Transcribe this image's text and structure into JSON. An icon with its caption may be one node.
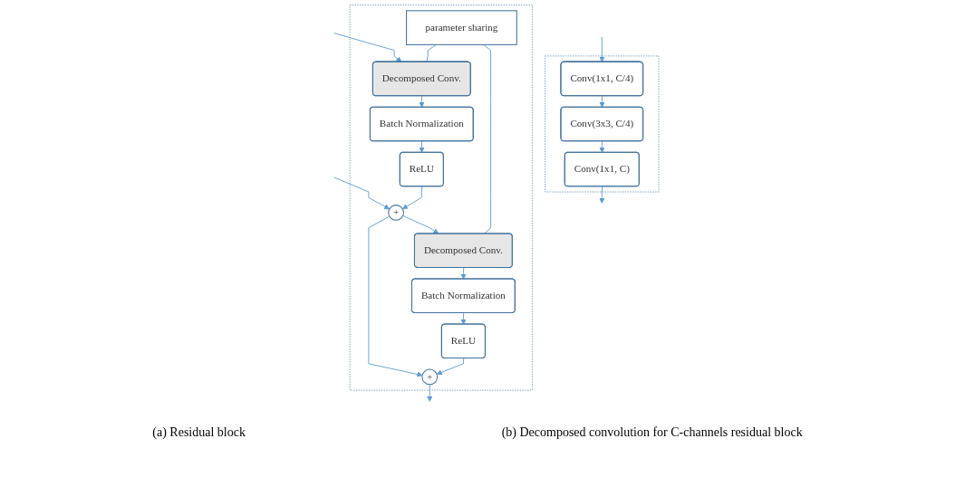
{
  "diagram": {
    "nodes": [
      {
        "text": [],
        "shape": "box"
      },
      {
        "text": [
          "Decomposed Conv."
        ],
        "in": 0
      },
      {
        "text": [
          "Batch Normalization"
        ],
        "in": 0
      },
      {
        "text": [
          "ReLU"
        ],
        "in": 0
      },
      {
        "text": [
          "+"
        ],
        "in": 0
      },
      {
        "text": [
          "Decomposed Conv."
        ],
        "in": 0
      },
      {
        "text": [
          "Batch Normalization"
        ],
        "in": 0
      },
      {
        "text": [
          "ReLU"
        ],
        "in": 0
      },
      {
        "text": [
          "+"
        ],
        "in": 0
      },
      {
        "text": [
          "parameter sharing"
        ],
        "in": 0
      },
      {
        "text": [],
        "shape": "box"
      },
      {
        "text": [
          "Conv(1x1, C/4)"
        ],
        "in": 10
      },
      {
        "text": [
          "Conv(3x3, C/4)"
        ],
        "in": 10
      },
      {
        "text": [
          "Conv(1x1, C)"
        ],
        "in": 10
      }
    ],
    "edges": [
      {
        "from": null,
        "to": 1,
        "arrow": "to"
      },
      {
        "from": null,
        "to": 4,
        "arrow": "to"
      },
      {
        "from": 1,
        "to": 2,
        "arrow": "to"
      },
      {
        "from": 2,
        "to": 3,
        "arrow": "to"
      },
      {
        "from": 3,
        "to": 4,
        "arrow": "to"
      },
      {
        "from": 4,
        "to": 5,
        "arrow": "to"
      },
      {
        "from": 4,
        "to": 8,
        "arrow": "to"
      },
      {
        "from": 5,
        "to": 6,
        "arrow": "to"
      },
      {
        "from": 6,
        "to": 7,
        "arrow": "to"
      },
      {
        "from": 7,
        "to": 8,
        "arrow": "to"
      },
      {
        "from": 8,
        "to": null,
        "arrow": "to"
      },
      {
        "from": 9,
        "to": 1,
        "arrow": "none"
      },
      {
        "from": 9,
        "to": 5,
        "arrow": "none"
      },
      {
        "from": null,
        "to": 11,
        "arrow": "to"
      },
      {
        "from": 11,
        "to": 12,
        "arrow": "to"
      },
      {
        "from": 12,
        "to": 13,
        "arrow": "to"
      },
      {
        "from": 13,
        "to": null,
        "arrow": "to"
      }
    ],
    "labels": [
      "(a) Residual block",
      "(b) Decomposed convolution for C-channels residual block"
    ]
  }
}
